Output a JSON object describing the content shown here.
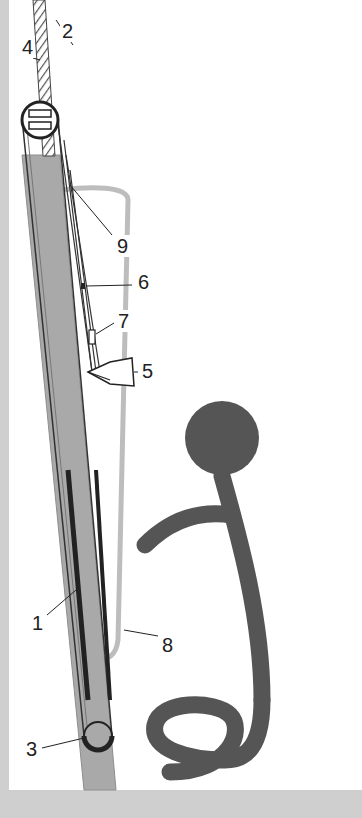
{
  "diagram": {
    "labels": [
      "4",
      "2",
      "9",
      "6",
      "7",
      "5",
      "1",
      "8",
      "3"
    ]
  }
}
